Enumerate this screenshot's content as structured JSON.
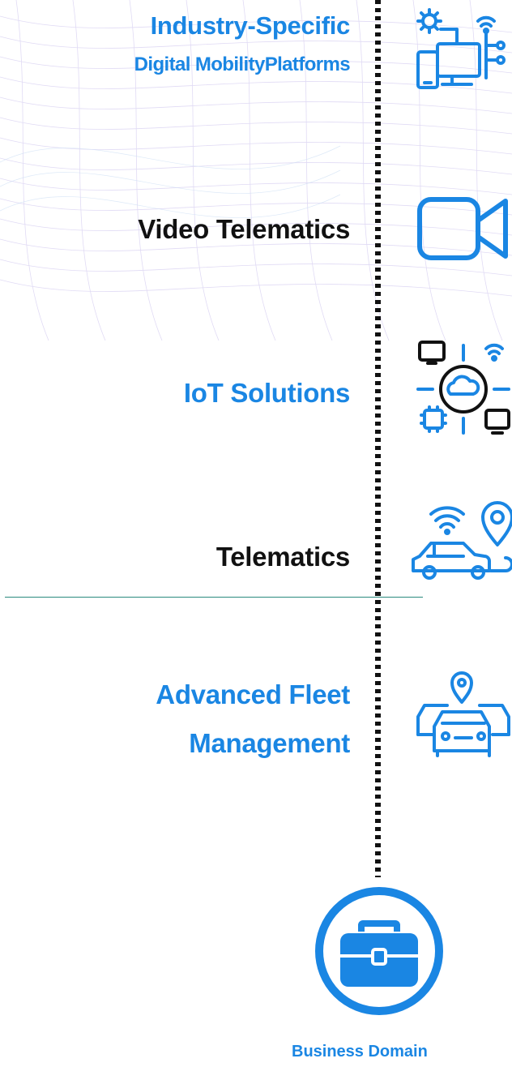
{
  "items": [
    {
      "title": "Industry-Specific",
      "subtitle": "Digital MobilityPlatforms",
      "icon": "digital-platform-icon"
    },
    {
      "title": "Video Telematics",
      "icon": "video-camera-icon"
    },
    {
      "title": "IoT Solutions",
      "icon": "iot-cloud-icon"
    },
    {
      "title": "Telematics",
      "icon": "car-location-icon"
    },
    {
      "title_line1": "Advanced Fleet",
      "title_line2": "Management",
      "icon": "fleet-icon"
    }
  ],
  "footer": {
    "label": "Business Domain",
    "icon": "briefcase-icon"
  },
  "colors": {
    "accent": "#1a86e3",
    "text": "#111111",
    "divider": "#2a8a7e"
  }
}
